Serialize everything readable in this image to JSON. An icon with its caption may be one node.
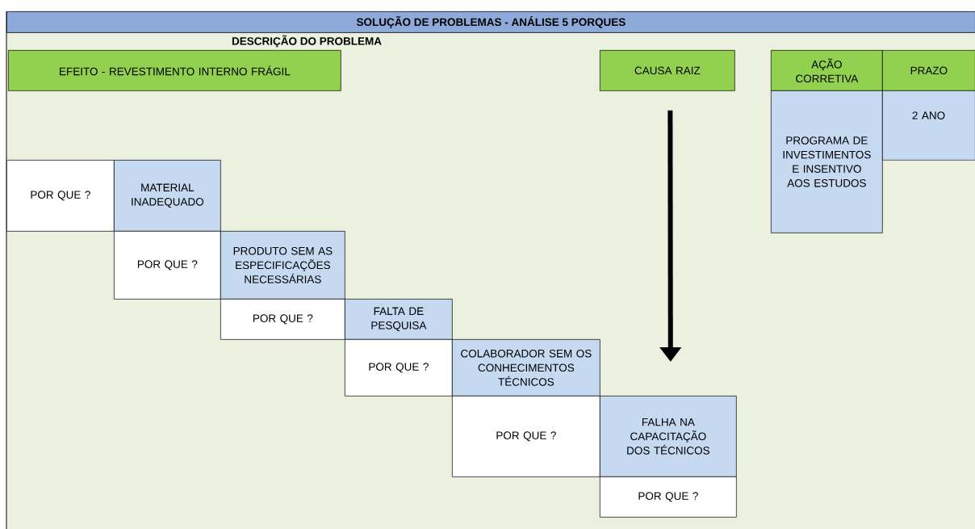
{
  "diagram": {
    "title": "SOLUÇÃO DE PROBLEMAS - ANÁLISE 5 PORQUES",
    "nodes": [
      {
        "text": [
          "EFEITO - REVESTIMENTO INTERNO FRÁGIL"
        ]
      },
      {
        "text": [
          "CAUSA RAIZ"
        ]
      },
      {
        "text": [
          "AÇÃO CORRETIVA"
        ]
      },
      {
        "text": [
          "PRAZO"
        ]
      },
      {
        "text": [
          "PROGRAMA DE INVESTIMENTOS E INSENTIVO AOS ESTUDOS"
        ]
      },
      {
        "text": [
          "2 ANO"
        ]
      },
      {
        "text": [
          "POR QUE ?"
        ]
      },
      {
        "text": [
          "MATERIAL INADEQUADO"
        ]
      },
      {
        "text": [
          "POR QUE ?"
        ]
      },
      {
        "text": [
          "PRODUTO SEM AS ESPECIFICAÇÕES NECESSÁRIAS"
        ]
      },
      {
        "text": [
          "POR QUE ?"
        ]
      },
      {
        "text": [
          "FALTA DE PESQUISA"
        ]
      },
      {
        "text": [
          "POR QUE ?"
        ]
      },
      {
        "text": [
          "COLABORADOR SEM OS CONHECIMENTOS TÉCNICOS"
        ]
      },
      {
        "text": [
          "POR QUE ?"
        ]
      },
      {
        "text": [
          "FALHA NA CAPACITAÇÃO DOS TÉCNICOS"
        ]
      },
      {
        "text": [
          "POR QUE ?"
        ]
      }
    ],
    "edges": [
      {
        "from": 1,
        "to": 15,
        "arrow": "to"
      }
    ],
    "labels": [
      "DESCRIÇÃO DO PROBLEMA"
    ]
  }
}
